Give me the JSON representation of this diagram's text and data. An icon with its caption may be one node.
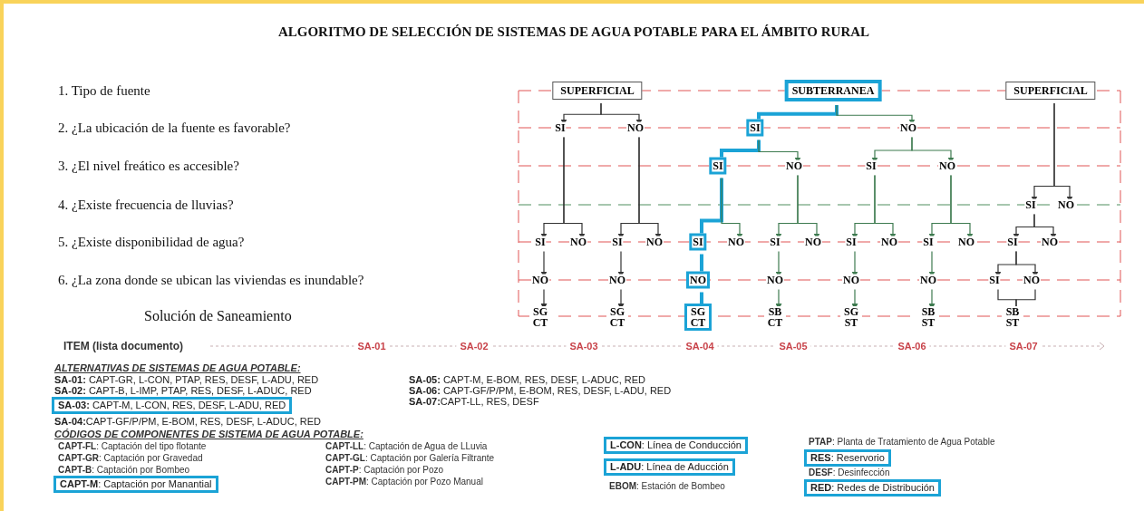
{
  "diagram": {
    "title": "ALGORITMO DE SELECCIÓN DE SISTEMAS DE AGUA POTABLE PARA EL ÁMBITO RURAL",
    "nodes": [
      {
        "text": [
          "SUPERFICIAL"
        ]
      },
      {
        "text": [
          "SI"
        ]
      },
      {
        "text": [
          "NO"
        ]
      },
      {
        "text": [
          "SI"
        ]
      },
      {
        "text": [
          "NO"
        ]
      },
      {
        "text": [
          "NO"
        ]
      },
      {
        "text": [
          "SG CT"
        ]
      },
      {
        "text": [
          "SI"
        ]
      },
      {
        "text": [
          "NO"
        ]
      },
      {
        "text": [
          "NO"
        ]
      },
      {
        "text": [
          "SG CT"
        ]
      },
      {
        "text": [
          "SUBTERRANEA"
        ]
      },
      {
        "text": [
          "SI"
        ]
      },
      {
        "text": [
          "NO"
        ]
      },
      {
        "text": [
          "SI"
        ]
      },
      {
        "text": [
          "NO"
        ]
      },
      {
        "text": [
          "SI"
        ]
      },
      {
        "text": [
          "NO"
        ]
      },
      {
        "text": [
          "NO"
        ]
      },
      {
        "text": [
          "SG CT"
        ]
      },
      {
        "text": [
          "SI"
        ]
      },
      {
        "text": [
          "NO"
        ]
      },
      {
        "text": [
          "NO"
        ]
      },
      {
        "text": [
          "SB CT"
        ]
      },
      {
        "text": [
          "SI"
        ]
      },
      {
        "text": [
          "NO"
        ]
      },
      {
        "text": [
          "SI"
        ]
      },
      {
        "text": [
          "NO"
        ]
      },
      {
        "text": [
          "NO"
        ]
      },
      {
        "text": [
          "SG ST"
        ]
      },
      {
        "text": [
          "SI"
        ]
      },
      {
        "text": [
          "NO"
        ]
      },
      {
        "text": [
          "NO"
        ]
      },
      {
        "text": [
          "SB ST"
        ]
      },
      {
        "text": [
          "SUPERFICIAL"
        ]
      },
      {
        "text": [
          "SI"
        ]
      },
      {
        "text": [
          "NO"
        ]
      },
      {
        "text": [
          "SI"
        ]
      },
      {
        "text": [
          "NO"
        ]
      },
      {
        "text": [
          "SI"
        ]
      },
      {
        "text": [
          "NO"
        ]
      },
      {
        "text": [
          "SB ST"
        ]
      },
      {
        "text": [
          "**SA-03:** CAPT-M, L-CON, RES, DESF, L-ADU, RED"
        ]
      },
      {
        "text": [
          "**CAPT-M**: Captación por Manantial"
        ]
      },
      {
        "text": [
          "**L-CON**: Línea de Conducción"
        ]
      },
      {
        "text": [
          "**L-ADU**: Línea de Aducción"
        ]
      },
      {
        "text": [
          "**RES**: Reservorio"
        ]
      },
      {
        "text": [
          "**RED**: Redes de Distribución"
        ]
      }
    ],
    "edges": [
      {
        "from": 0,
        "to": 1,
        "arrow": "to"
      },
      {
        "from": 0,
        "to": 2,
        "arrow": "to"
      },
      {
        "from": 1,
        "to": 3,
        "arrow": "to"
      },
      {
        "from": 1,
        "to": 4,
        "arrow": "to"
      },
      {
        "from": 3,
        "to": 5,
        "arrow": "to"
      },
      {
        "from": 5,
        "to": 6,
        "arrow": "to"
      },
      {
        "from": 2,
        "to": 7,
        "arrow": "to"
      },
      {
        "from": 2,
        "to": 8,
        "arrow": "to"
      },
      {
        "from": 7,
        "to": 9,
        "arrow": "to"
      },
      {
        "from": 9,
        "to": 10,
        "arrow": "to"
      },
      {
        "from": 11,
        "to": 12,
        "arrow": "none",
        "style": "thick",
        "color": "#1ba3d6"
      },
      {
        "from": 11,
        "to": 13,
        "arrow": "to",
        "color": "#3d7a4f"
      },
      {
        "from": 12,
        "to": 14,
        "arrow": "none",
        "style": "thick",
        "color": "#1ba3d6"
      },
      {
        "from": 12,
        "to": 15,
        "arrow": "to",
        "color": "#3d7a4f"
      },
      {
        "from": 14,
        "to": 16,
        "arrow": "none",
        "style": "thick",
        "color": "#1ba3d6"
      },
      {
        "from": 14,
        "to": 17,
        "arrow": "to",
        "color": "#3d7a4f"
      },
      {
        "from": 16,
        "to": 18,
        "arrow": "none",
        "style": "thick",
        "color": "#1ba3d6"
      },
      {
        "from": 18,
        "to": 19,
        "arrow": "none",
        "style": "thick",
        "color": "#1ba3d6"
      },
      {
        "from": 15,
        "to": 20,
        "arrow": "to",
        "color": "#3d7a4f"
      },
      {
        "from": 15,
        "to": 21,
        "arrow": "to",
        "color": "#3d7a4f"
      },
      {
        "from": 20,
        "to": 22,
        "arrow": "to",
        "color": "#3d7a4f"
      },
      {
        "from": 22,
        "to": 23,
        "arrow": "to",
        "color": "#3d7a4f"
      },
      {
        "from": 13,
        "to": 24,
        "arrow": "to",
        "color": "#3d7a4f"
      },
      {
        "from": 13,
        "to": 25,
        "arrow": "to",
        "color": "#3d7a4f"
      },
      {
        "from": 24,
        "to": 26,
        "arrow": "to",
        "color": "#3d7a4f"
      },
      {
        "from": 24,
        "to": 27,
        "arrow": "to",
        "color": "#3d7a4f"
      },
      {
        "from": 26,
        "to": 28,
        "arrow": "to",
        "color": "#3d7a4f"
      },
      {
        "from": 28,
        "to": 29,
        "arrow": "to",
        "color": "#3d7a4f"
      },
      {
        "from": 25,
        "to": 30,
        "arrow": "to",
        "color": "#3d7a4f"
      },
      {
        "from": 25,
        "to": 31,
        "arrow": "to",
        "color": "#3d7a4f"
      },
      {
        "from": 30,
        "to": 32,
        "arrow": "to",
        "color": "#3d7a4f"
      },
      {
        "from": 32,
        "to": 33,
        "arrow": "to",
        "color": "#3d7a4f"
      },
      {
        "from": 34,
        "to": 35,
        "arrow": "to"
      },
      {
        "from": 34,
        "to": 36,
        "arrow": "to"
      },
      {
        "from": 35,
        "to": 37,
        "arrow": "to"
      },
      {
        "from": 35,
        "to": 38,
        "arrow": "to"
      },
      {
        "from": 37,
        "to": 39,
        "arrow": "to"
      },
      {
        "from": 37,
        "to": 40,
        "arrow": "to"
      },
      {
        "from": 39,
        "to": 41,
        "arrow": "none"
      },
      {
        "from": 40,
        "to": 41,
        "arrow": "none"
      }
    ],
    "labels": [
      "1. Tipo de fuente",
      "2. ¿La ubicación de la fuente es favorable?",
      "3. ¿El nivel freático es accesible?",
      "4. ¿Existe frecuencia de lluvias?",
      "5. ¿Existe disponibilidad de agua?",
      "6. ¿La zona donde se ubican las viviendas es inundable?",
      "Solución de Saneamiento",
      "ITEM (lista documento)",
      "SA-01",
      "SA-02",
      "SA-03",
      "SA-04",
      "SA-05",
      "SA-06",
      "SA-07",
      "ALTERNATIVAS DE SISTEMAS DE AGUA POTABLE:",
      "**SA-01:** CAPT-GR, L-CON, PTAP, RES, DESF, L-ADU, RED",
      "**SA-02:** CAPT-B, L-IMP, PTAP, RES, DESF, L-ADUC, RED",
      "**SA-04:**CAPT-GF/P/PM, E-BOM, RES, DESF, L-ADUC, RED",
      "**SA-05:** CAPT-M, E-BOM, RES, DESF, L-ADUC, RED",
      "**SA-06:** CAPT-GF/P/PM, E-BOM, RES, DESF, L-ADU, RED",
      "**SA-07:**CAPT-LL, RES, DESF",
      "CÓDIGOS DE COMPONENTES DE SISTEMA DE AGUA POTABLE:",
      "**CAPT-FL**: Captación del tipo flotante",
      "**CAPT-GR**: Captación por Gravedad",
      "**CAPT-B**: Captación por Bombeo",
      "**CAPT-LL**: Captación de Agua de LLuvia",
      "**CAPT-GL**: Captación por Galería Filtrante",
      "**CAPT-P**: Captación por Pozo",
      "**CAPT-PM**: Captación por Pozo Manual",
      "**EBOM**: Estación de Bombeo",
      "**PTAP**: Planta de Tratamiento de Agua Potable",
      "**DESF**: Desinfección"
    ]
  }
}
